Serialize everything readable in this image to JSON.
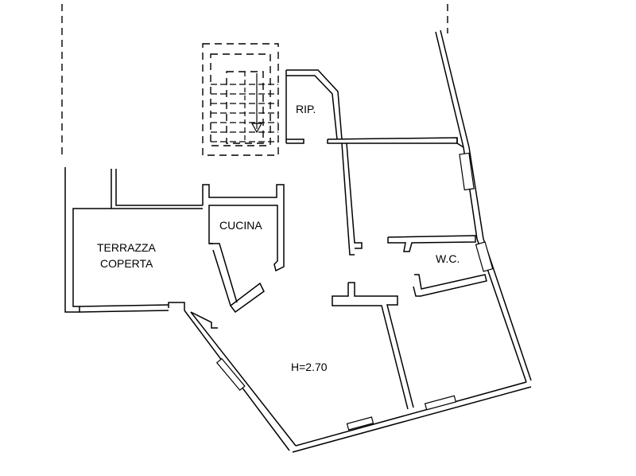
{
  "floor_plan": {
    "rooms": [
      {
        "id": "ripostiglio",
        "label": "RIP."
      },
      {
        "id": "cucina",
        "label": "CUCINA"
      },
      {
        "id": "terrazza",
        "label_lines": [
          "TERRAZZA",
          "COPERTA"
        ]
      },
      {
        "id": "wc",
        "label": "W.C."
      }
    ],
    "ceiling_height": "H=2.70"
  }
}
